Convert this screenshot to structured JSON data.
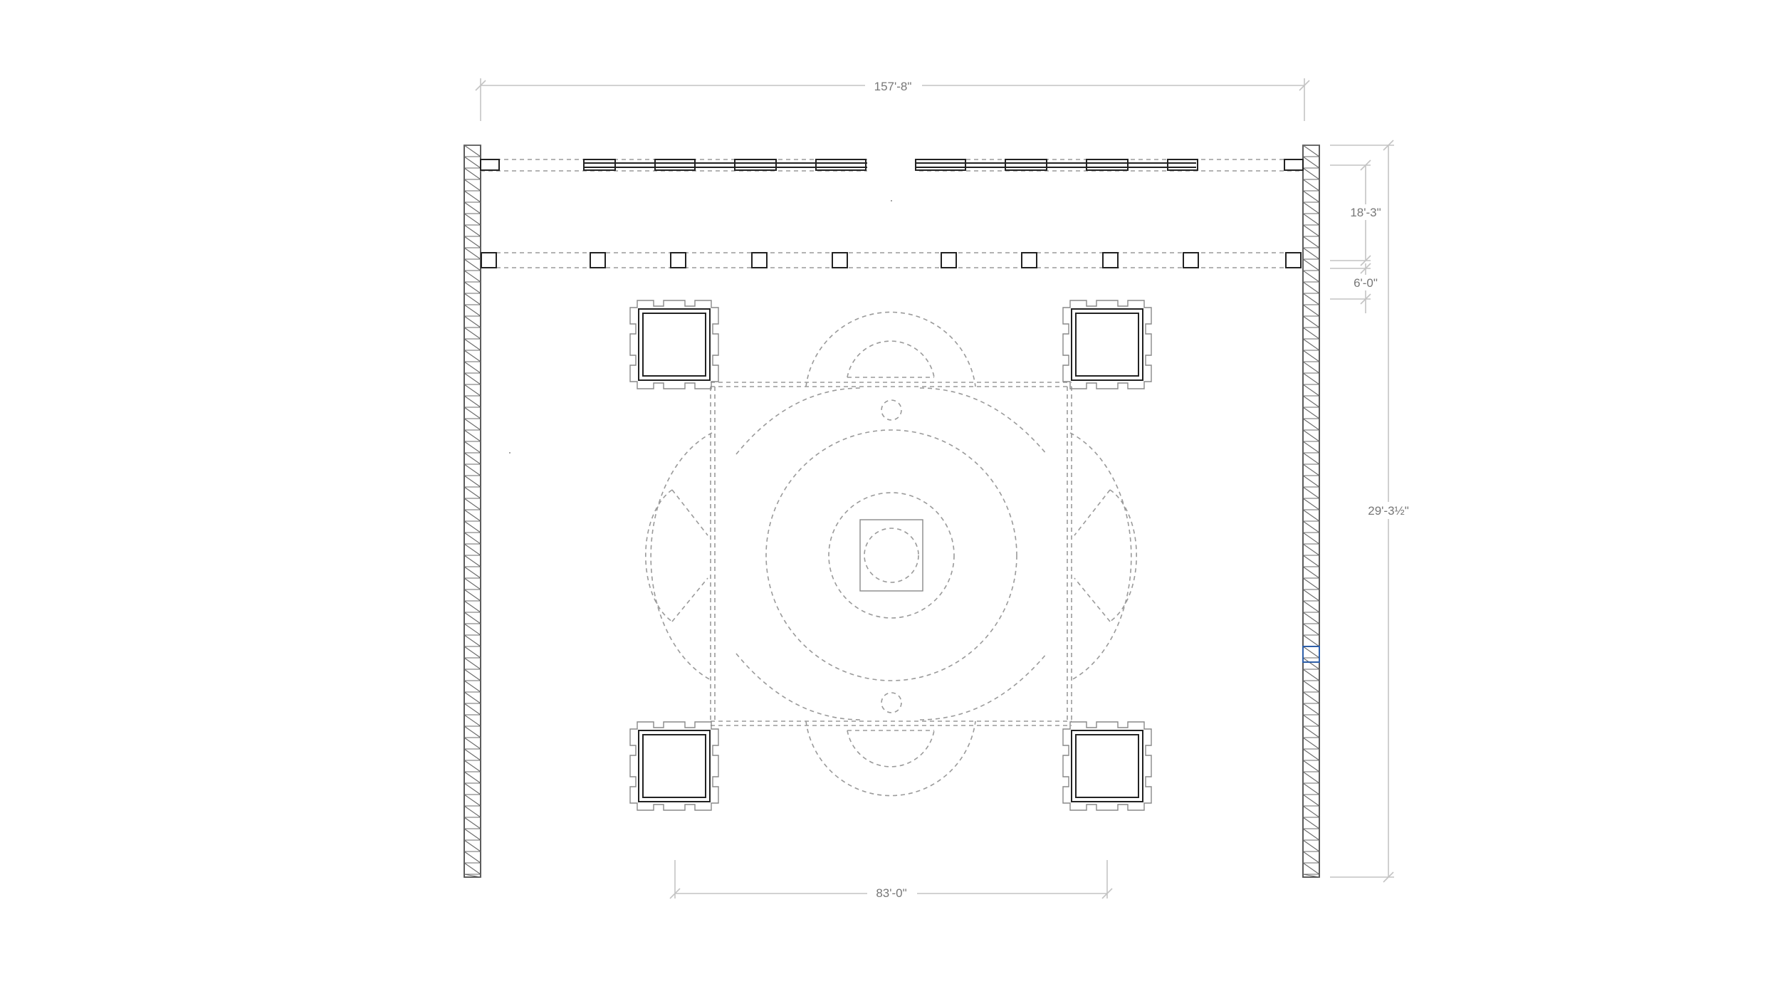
{
  "drawing": {
    "dimensions": {
      "overall_width": "157'-8\"",
      "rail_spacing": "18'-3\"",
      "offset": "6'-0\"",
      "overall_depth": "29'-3½\"",
      "inner_width": "83'-0\""
    },
    "colors": {
      "line": "#222222",
      "dashed": "#9a9a9a",
      "dimension": "#c4c4c4",
      "text": "#777777",
      "accent": "#2e5fa8"
    }
  }
}
